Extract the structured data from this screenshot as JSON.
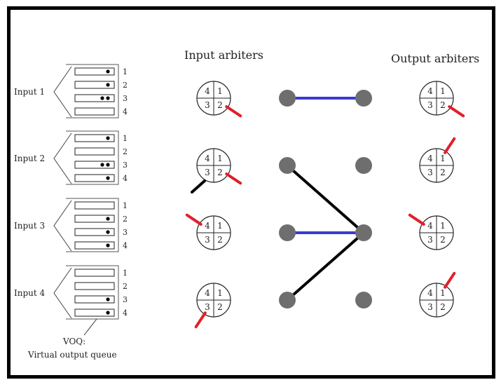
{
  "headings": {
    "input_arbiters": "Input arbiters",
    "output_arbiters": "Output  arbiters"
  },
  "voq": {
    "title": "VOQ:",
    "subtitle": "Virtual output queue"
  },
  "inputs": [
    {
      "label": "Input 1",
      "queues": [
        {
          "num": "1",
          "cells": 1
        },
        {
          "num": "2",
          "cells": 1
        },
        {
          "num": "3",
          "cells": 2
        },
        {
          "num": "4",
          "cells": 0
        }
      ]
    },
    {
      "label": "Input 2",
      "queues": [
        {
          "num": "1",
          "cells": 1
        },
        {
          "num": "2",
          "cells": 0
        },
        {
          "num": "3",
          "cells": 2
        },
        {
          "num": "4",
          "cells": 1
        }
      ]
    },
    {
      "label": "Input 3",
      "queues": [
        {
          "num": "1",
          "cells": 0
        },
        {
          "num": "2",
          "cells": 1
        },
        {
          "num": "3",
          "cells": 1
        },
        {
          "num": "4",
          "cells": 1
        }
      ]
    },
    {
      "label": "Input 4",
      "queues": [
        {
          "num": "1",
          "cells": 0
        },
        {
          "num": "2",
          "cells": 0
        },
        {
          "num": "3",
          "cells": 1
        },
        {
          "num": "4",
          "cells": 1
        }
      ]
    }
  ],
  "arbiter_quadrants": [
    "4",
    "1",
    "3",
    "2"
  ],
  "input_arbiters": [
    {
      "pointer": "2"
    },
    {
      "pointer": "2"
    },
    {
      "pointer": "4"
    },
    {
      "pointer": "3"
    }
  ],
  "output_arbiters": [
    {
      "pointer": "2"
    },
    {
      "pointer": "1"
    },
    {
      "pointer": "4"
    },
    {
      "pointer": "1"
    }
  ],
  "connections": [
    {
      "from": 1,
      "to": 1,
      "color": "#3a3ad0"
    },
    {
      "from": 3,
      "to": 3,
      "color": "#3a3ad0"
    },
    {
      "from": 2,
      "to": 3,
      "color": "#000000"
    },
    {
      "from": 4,
      "to": 3,
      "color": "#000000"
    }
  ],
  "colors": {
    "node": "#6e6e6e",
    "pointer": "#e0202a",
    "request": "#3a3ad0",
    "grant": "#000000",
    "frame": "#000000"
  }
}
